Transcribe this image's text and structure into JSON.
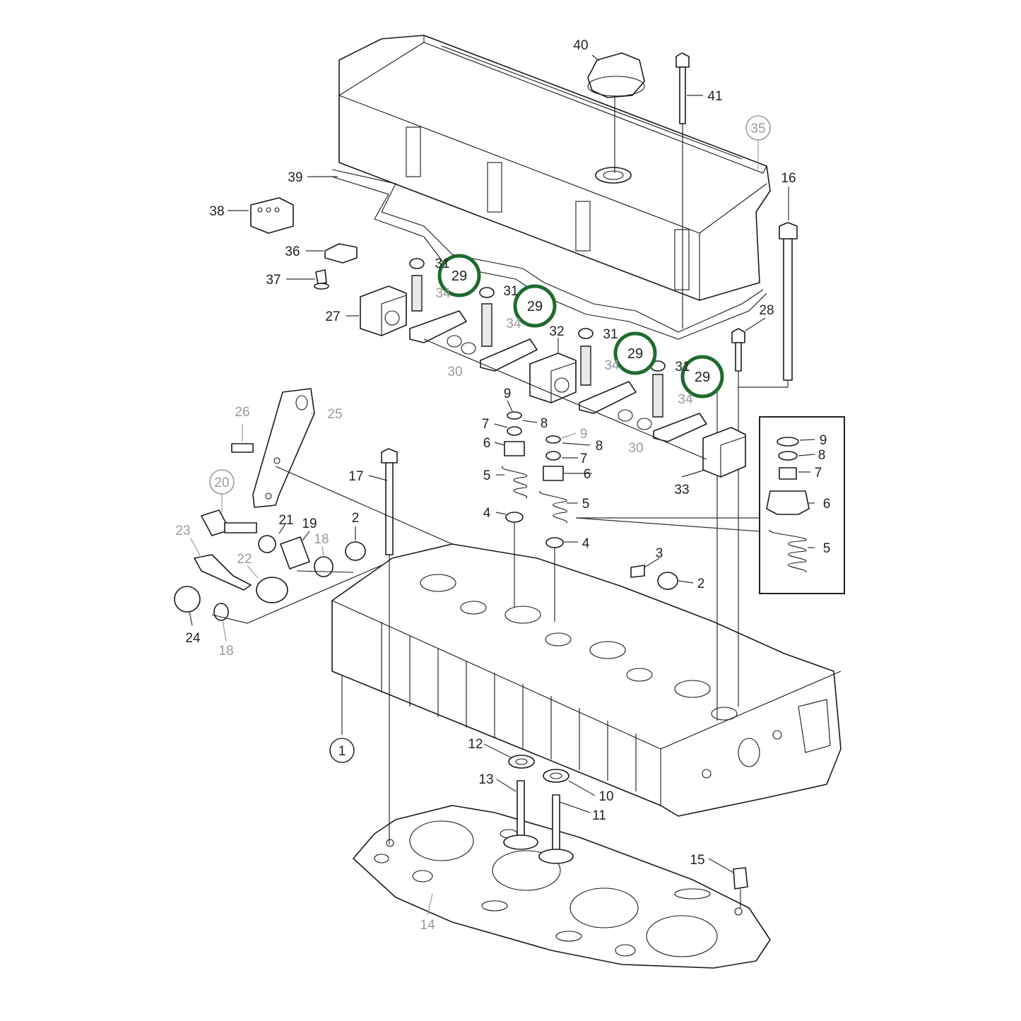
{
  "diagram": {
    "callouts": [
      {
        "id": "c1",
        "text": "1",
        "style": "circle-dark"
      },
      {
        "id": "c2a",
        "text": "2",
        "style": "dark"
      },
      {
        "id": "c2b",
        "text": "2",
        "style": "dark"
      },
      {
        "id": "c3",
        "text": "3",
        "style": "dark"
      },
      {
        "id": "c4a",
        "text": "4",
        "style": "dark"
      },
      {
        "id": "c4b",
        "text": "4",
        "style": "dark"
      },
      {
        "id": "c5a",
        "text": "5",
        "style": "dark"
      },
      {
        "id": "c5b",
        "text": "5",
        "style": "dark"
      },
      {
        "id": "c5c",
        "text": "5",
        "style": "dark"
      },
      {
        "id": "c6a",
        "text": "6",
        "style": "dark"
      },
      {
        "id": "c6b",
        "text": "6",
        "style": "dark"
      },
      {
        "id": "c6c",
        "text": "6",
        "style": "dark"
      },
      {
        "id": "c7a",
        "text": "7",
        "style": "dark"
      },
      {
        "id": "c7b",
        "text": "7",
        "style": "dark"
      },
      {
        "id": "c7c",
        "text": "7",
        "style": "dark"
      },
      {
        "id": "c8a",
        "text": "8",
        "style": "dark"
      },
      {
        "id": "c8b",
        "text": "8",
        "style": "dark"
      },
      {
        "id": "c8c",
        "text": "8",
        "style": "dark"
      },
      {
        "id": "c9a",
        "text": "9",
        "style": "dark"
      },
      {
        "id": "c9b",
        "text": "9",
        "style": "grey"
      },
      {
        "id": "c9c",
        "text": "9",
        "style": "dark"
      },
      {
        "id": "c10",
        "text": "10",
        "style": "dark"
      },
      {
        "id": "c11",
        "text": "11",
        "style": "dark"
      },
      {
        "id": "c12",
        "text": "12",
        "style": "dark"
      },
      {
        "id": "c13",
        "text": "13",
        "style": "dark"
      },
      {
        "id": "c14",
        "text": "14",
        "style": "grey"
      },
      {
        "id": "c15",
        "text": "15",
        "style": "dark"
      },
      {
        "id": "c16",
        "text": "16",
        "style": "dark"
      },
      {
        "id": "c17",
        "text": "17",
        "style": "dark"
      },
      {
        "id": "c18a",
        "text": "18",
        "style": "grey"
      },
      {
        "id": "c18b",
        "text": "18",
        "style": "grey"
      },
      {
        "id": "c19",
        "text": "19",
        "style": "dark"
      },
      {
        "id": "c20",
        "text": "20",
        "style": "circle-grey"
      },
      {
        "id": "c21",
        "text": "21",
        "style": "dark"
      },
      {
        "id": "c22",
        "text": "22",
        "style": "grey"
      },
      {
        "id": "c23",
        "text": "23",
        "style": "grey"
      },
      {
        "id": "c24",
        "text": "24",
        "style": "dark"
      },
      {
        "id": "c25",
        "text": "25",
        "style": "grey"
      },
      {
        "id": "c26",
        "text": "26",
        "style": "grey"
      },
      {
        "id": "c27",
        "text": "27",
        "style": "dark"
      },
      {
        "id": "c28",
        "text": "28",
        "style": "dark"
      },
      {
        "id": "c29a",
        "text": "29",
        "style": "highlight"
      },
      {
        "id": "c29b",
        "text": "29",
        "style": "highlight"
      },
      {
        "id": "c29c",
        "text": "29",
        "style": "highlight"
      },
      {
        "id": "c29d",
        "text": "29",
        "style": "highlight"
      },
      {
        "id": "c30a",
        "text": "30",
        "style": "grey"
      },
      {
        "id": "c30b",
        "text": "30",
        "style": "grey"
      },
      {
        "id": "c31a",
        "text": "31",
        "style": "dark"
      },
      {
        "id": "c31b",
        "text": "31",
        "style": "dark"
      },
      {
        "id": "c31c",
        "text": "31",
        "style": "dark"
      },
      {
        "id": "c31d",
        "text": "31",
        "style": "dark"
      },
      {
        "id": "c32",
        "text": "32",
        "style": "dark"
      },
      {
        "id": "c33",
        "text": "33",
        "style": "dark"
      },
      {
        "id": "c34a",
        "text": "34",
        "style": "grey"
      },
      {
        "id": "c34b",
        "text": "34",
        "style": "grey"
      },
      {
        "id": "c34c",
        "text": "34",
        "style": "grey"
      },
      {
        "id": "c34d",
        "text": "34",
        "style": "grey"
      },
      {
        "id": "c35",
        "text": "35",
        "style": "circle-grey"
      },
      {
        "id": "c36",
        "text": "36",
        "style": "dark"
      },
      {
        "id": "c37",
        "text": "37",
        "style": "dark"
      },
      {
        "id": "c38",
        "text": "38",
        "style": "dark"
      },
      {
        "id": "c39",
        "text": "39",
        "style": "dark"
      },
      {
        "id": "c40",
        "text": "40",
        "style": "dark"
      },
      {
        "id": "c41",
        "text": "41",
        "style": "dark"
      }
    ],
    "colors": {
      "line": "#1a1a1a",
      "label_dark": "#222222",
      "label_grey": "#9a9a9a",
      "highlight_ring": "#1e6b2e",
      "background": "#ffffff"
    }
  }
}
